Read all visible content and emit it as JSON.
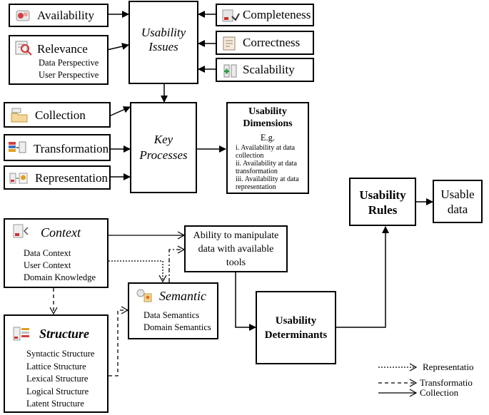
{
  "issues": {
    "availability": "Availability",
    "relevance": "Relevance",
    "relevance_items": [
      "Data Perspective",
      "User Perspective"
    ],
    "center_line1": "Usability",
    "center_line2": "Issues",
    "completeness": "Completeness",
    "correctness": "Correctness",
    "scalability": "Scalability"
  },
  "processes": {
    "collection": "Collection",
    "transformation": "Transformation",
    "representation": "Representation",
    "center_line1": "Key",
    "center_line2": "Processes"
  },
  "dimensions": {
    "title_line1": "Usability",
    "title_line2": "Dimensions",
    "eg": "E.g.",
    "items": [
      "i. Availability at data collection",
      "ii. Availability at data transformation",
      "iii. Availability at data representation"
    ]
  },
  "rules": {
    "line1": "Usability",
    "line2": "Rules",
    "usable_line1": "Usable",
    "usable_line2": "data"
  },
  "context": {
    "title": "Context",
    "items": [
      "Data Context",
      "User Context",
      "Domain Knowledge"
    ]
  },
  "ability": {
    "line1": "Ability to manipulate",
    "line2": "data with available",
    "line3": "tools"
  },
  "semantic": {
    "title": "Semantic",
    "items": [
      "Data Semantics",
      "Domain Semantics"
    ]
  },
  "structure": {
    "title": "Structure",
    "items": [
      "Syntactic Structure",
      "Lattice Structure",
      "Lexical Structure",
      "Logical Structure",
      "Latent Structure"
    ]
  },
  "determinants": {
    "line1": "Usability",
    "line2": "Determinants"
  },
  "legend": {
    "representation": "Representatio",
    "transformation": "Transformatio",
    "collection": "Collection"
  }
}
